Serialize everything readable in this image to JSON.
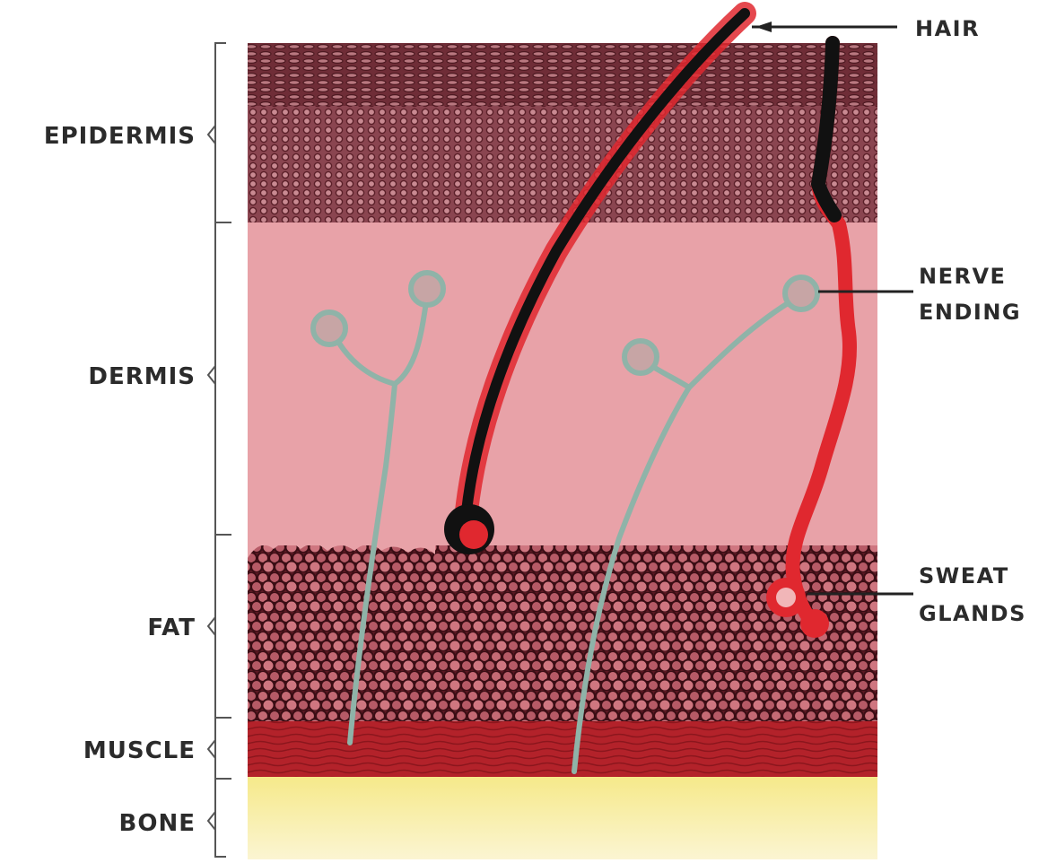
{
  "labels": {
    "left": {
      "epidermis": "EPIDERMIS",
      "dermis": "DERMIS",
      "fat": "FAT",
      "muscle": "MUSCLE",
      "bone": "BONE"
    },
    "right": {
      "hair": "HAIR",
      "nerve_ending_line1": "NERVE",
      "nerve_ending_line2": "ENDING",
      "sweat_glands_line1": "SWEAT",
      "sweat_glands_line2": "GLANDS"
    }
  },
  "colors": {
    "epidermis": "#7a3a44",
    "dermis": "#e8a3a8",
    "fat": "#6d2530",
    "muscle": "#b8262a",
    "bone": "#f3eaa0",
    "hair": "#111111",
    "sweat_duct": "#e02a2f",
    "nerve": "#8fb3a8"
  }
}
